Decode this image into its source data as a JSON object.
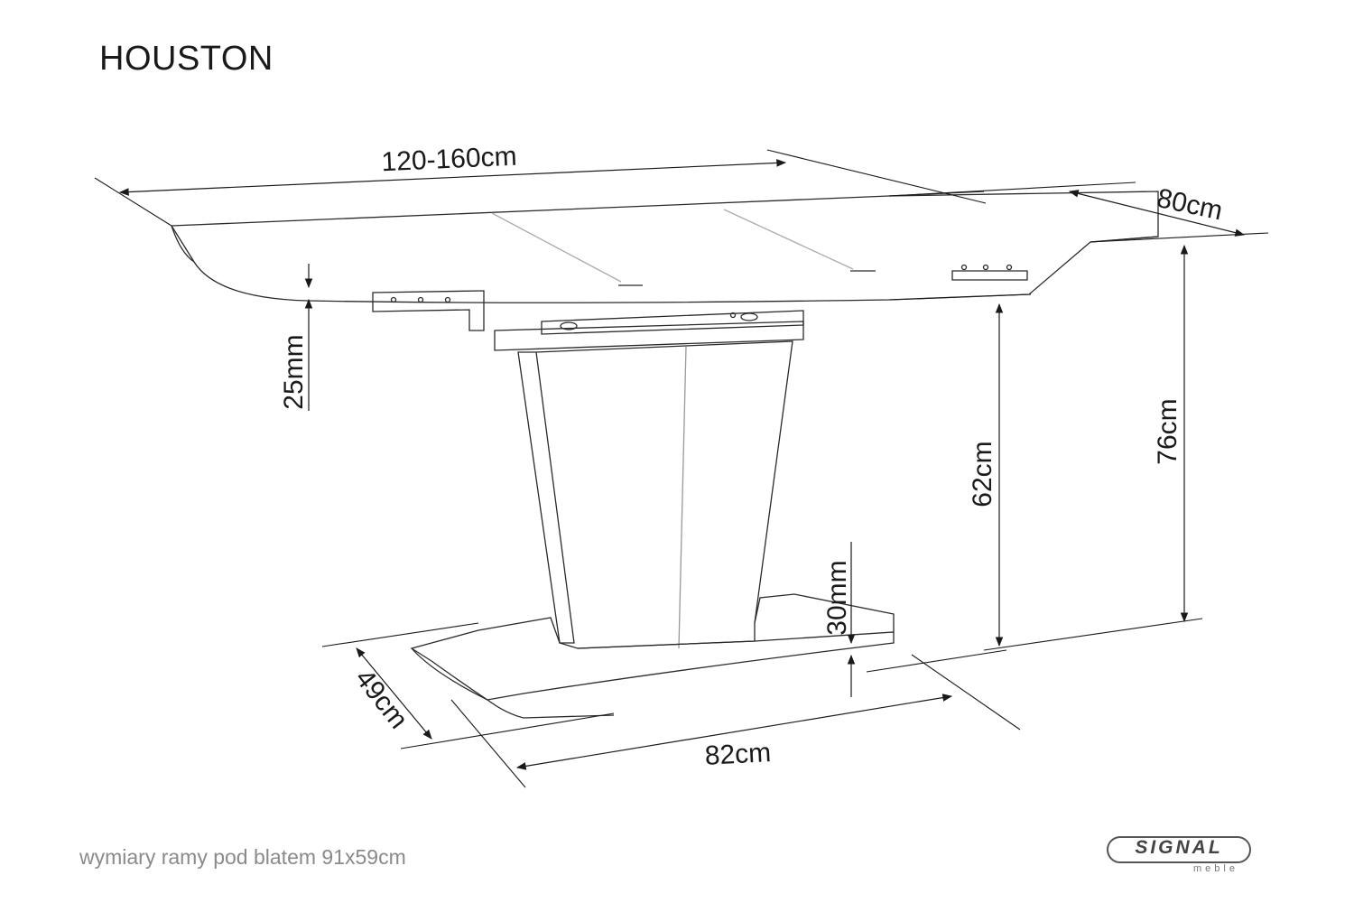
{
  "title": "HOUSTON",
  "dimensions": {
    "length": "120-160cm",
    "depth": "80cm",
    "top_thickness": "25mm",
    "frame_height": "62cm",
    "total_height": "76cm",
    "base_thickness": "30mm",
    "base_depth": "49cm",
    "base_length": "82cm"
  },
  "footnote": "wymiary ramy pod blatem 91x59cm",
  "brand": {
    "name": "SIGNAL",
    "tagline": "meble"
  },
  "colors": {
    "line": "#1a1a1a",
    "footnote": "#8a8a8a"
  }
}
